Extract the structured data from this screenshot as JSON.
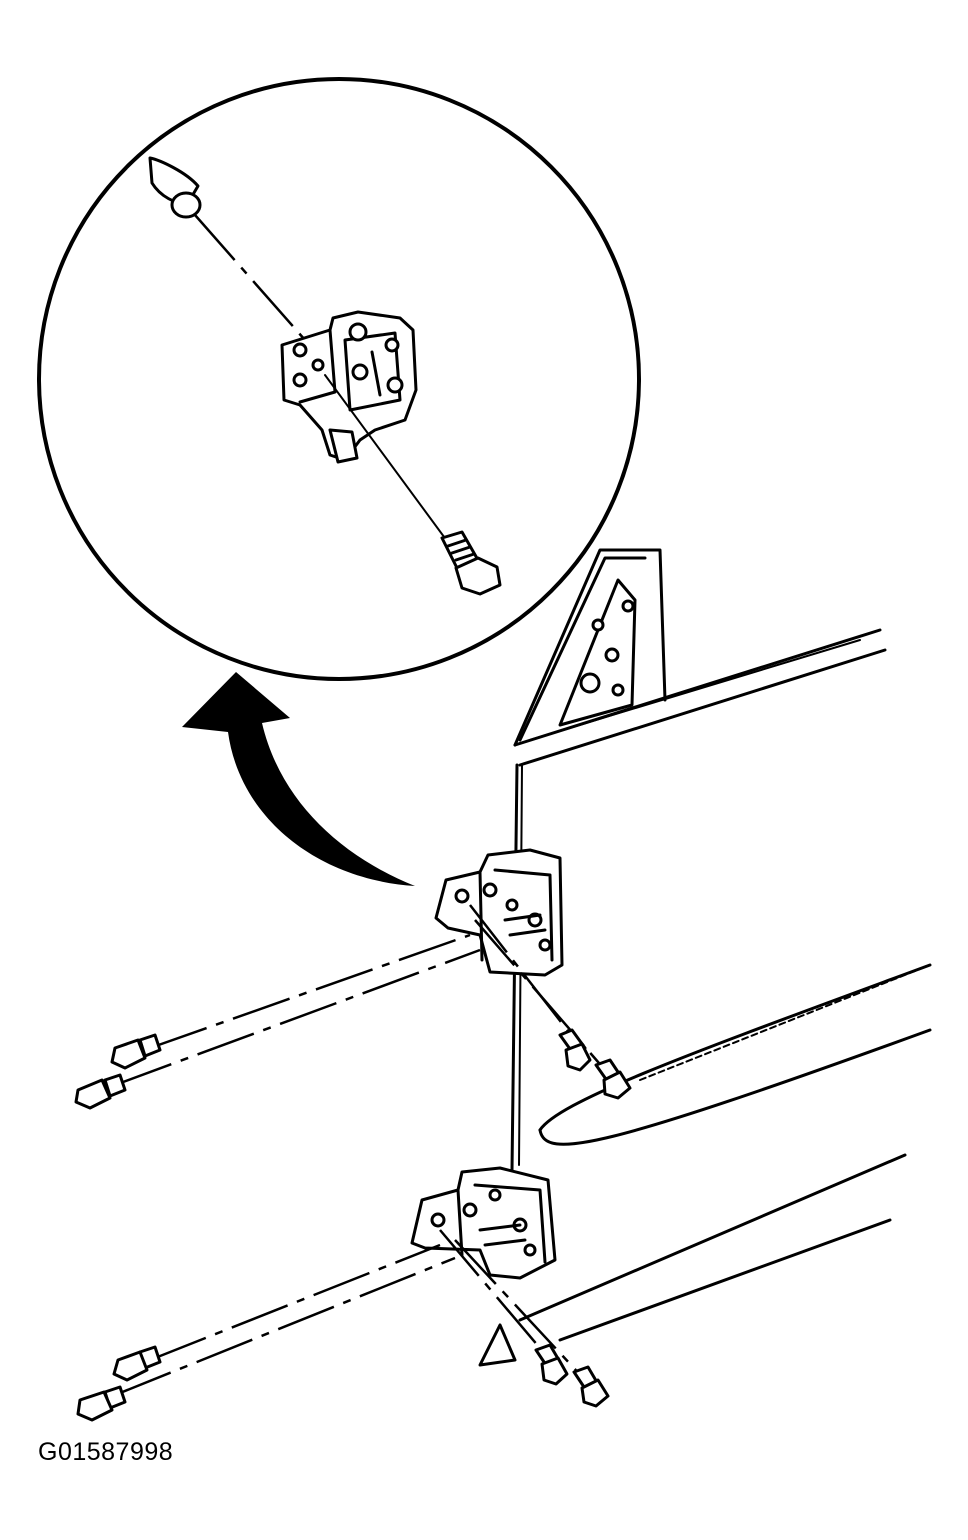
{
  "figure": {
    "code": "G01587998",
    "icons": {
      "detail_view": "magnified-hinge-detail-circle",
      "arrow": "curved-arrow-icon",
      "door": "door-panel-outline",
      "upper_hinge": "upper-door-hinge",
      "lower_hinge": "lower-door-hinge",
      "bolt": "hinge-bolt-icon",
      "pin": "hinge-pin-icon"
    },
    "colors": {
      "line": "#000000",
      "background": "#ffffff"
    }
  }
}
